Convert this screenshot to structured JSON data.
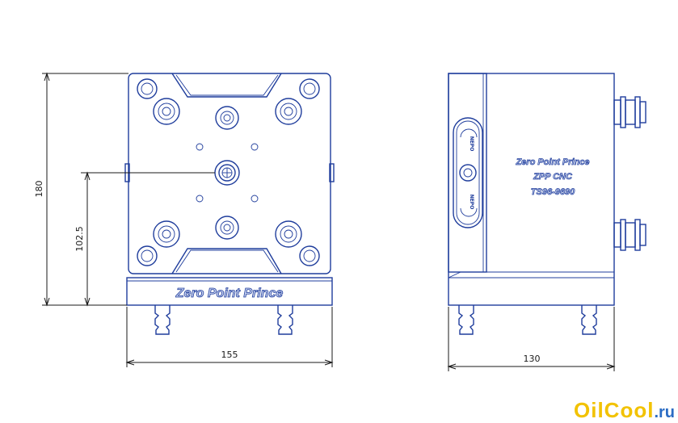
{
  "front_view": {
    "engraving": "Zero Point Prince",
    "dim_height": "180",
    "dim_center_height": "102.5",
    "dim_width": "155"
  },
  "side_view": {
    "label_line1": "Zero Point Prince",
    "label_line2": "ZPP CNC",
    "label_line3": "TS96-9690",
    "knob_label_top": "NEPO",
    "knob_label_bottom": "NEPO",
    "dim_width": "130"
  },
  "watermark": {
    "main": "OilCool",
    "suffix": ".ru"
  }
}
